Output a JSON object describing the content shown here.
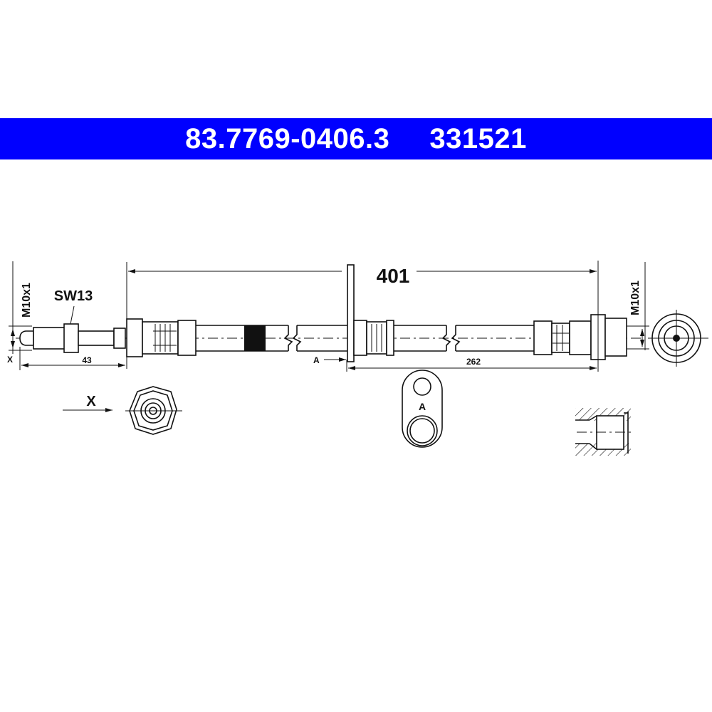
{
  "header": {
    "part_number": "83.7769-0406.3",
    "ref_number": "331521"
  },
  "drawing": {
    "overall_length": "401",
    "left_thread": "M10x1",
    "right_thread": "M10x1",
    "wrench_size": "SW13",
    "left_end_length": "43",
    "bracket_to_end_length": "262",
    "view_x_label": "X",
    "view_x_dim_label": "X",
    "bracket_label": "A",
    "bracket_detail_label": "A"
  },
  "colors": {
    "banner": "#0000ff",
    "banner_text": "#ffffff"
  }
}
